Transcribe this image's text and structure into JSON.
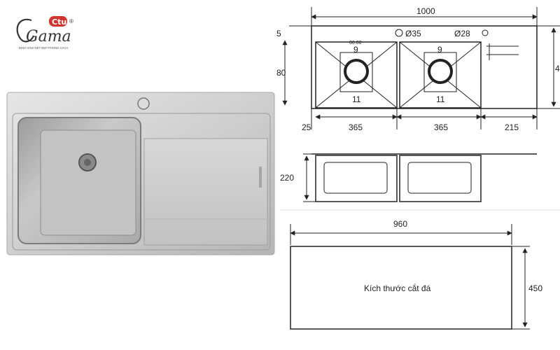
{
  "brand": {
    "logo_text": "Gama",
    "logo_badge": "Ctu",
    "registered": "®",
    "tagline": "ĐỊNH HÌNH NÉT ĐẸP PHONG CÁCH"
  },
  "top_view": {
    "width_total": "1000",
    "hole_large": "Ø35",
    "hole_small": "Ø28",
    "left_edge": "25",
    "bowl_left_width": "365",
    "bowl_right_width": "365",
    "drainboard_width": "215",
    "partial_left_top": "5",
    "partial_left_mid": "80",
    "partial_right": "4",
    "drain_left_top": "9",
    "drain_left_bottom": "11",
    "drain_left_tiny": "00.00",
    "drain_right_top": "9",
    "drain_right_bottom": "11"
  },
  "side_view": {
    "depth": "220"
  },
  "cutout": {
    "width": "960",
    "height": "450",
    "label": "Kích thước cắt đá"
  }
}
